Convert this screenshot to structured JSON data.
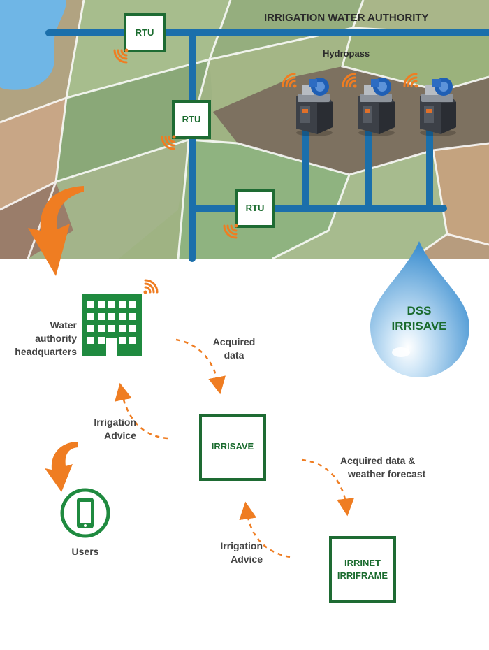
{
  "header": {
    "authority": "IRRIGATION WATER AUTHORITY",
    "hydropass": "Hydropass"
  },
  "rtu": [
    "RTU",
    "RTU",
    "RTU"
  ],
  "dss": {
    "line1": "DSS",
    "line2": "IRRISAVE"
  },
  "hq": {
    "line1": "Water",
    "line2": "authority",
    "line3": "headquarters"
  },
  "flows": {
    "acquired": {
      "line1": "Acquired",
      "line2": "data"
    },
    "advice_left": {
      "line1": "Irrigation",
      "line2": "Advice"
    },
    "acquired_weather": {
      "line1": "Acquired data &",
      "line2": "weather forecast"
    },
    "advice_bottom": {
      "line1": "Irrigation",
      "line2": "Advice"
    }
  },
  "boxes": {
    "irrisave": "IRRISAVE",
    "irrinet_line1": "IRRINET",
    "irrinet_line2": "IRRIFRAME"
  },
  "users": "Users",
  "colors": {
    "green": "#1f8a3f",
    "dark_green": "#1a6b2e",
    "orange": "#ef7d22",
    "pipe_blue": "#3a9ad9",
    "drop_blue": "#5aa7dc"
  }
}
